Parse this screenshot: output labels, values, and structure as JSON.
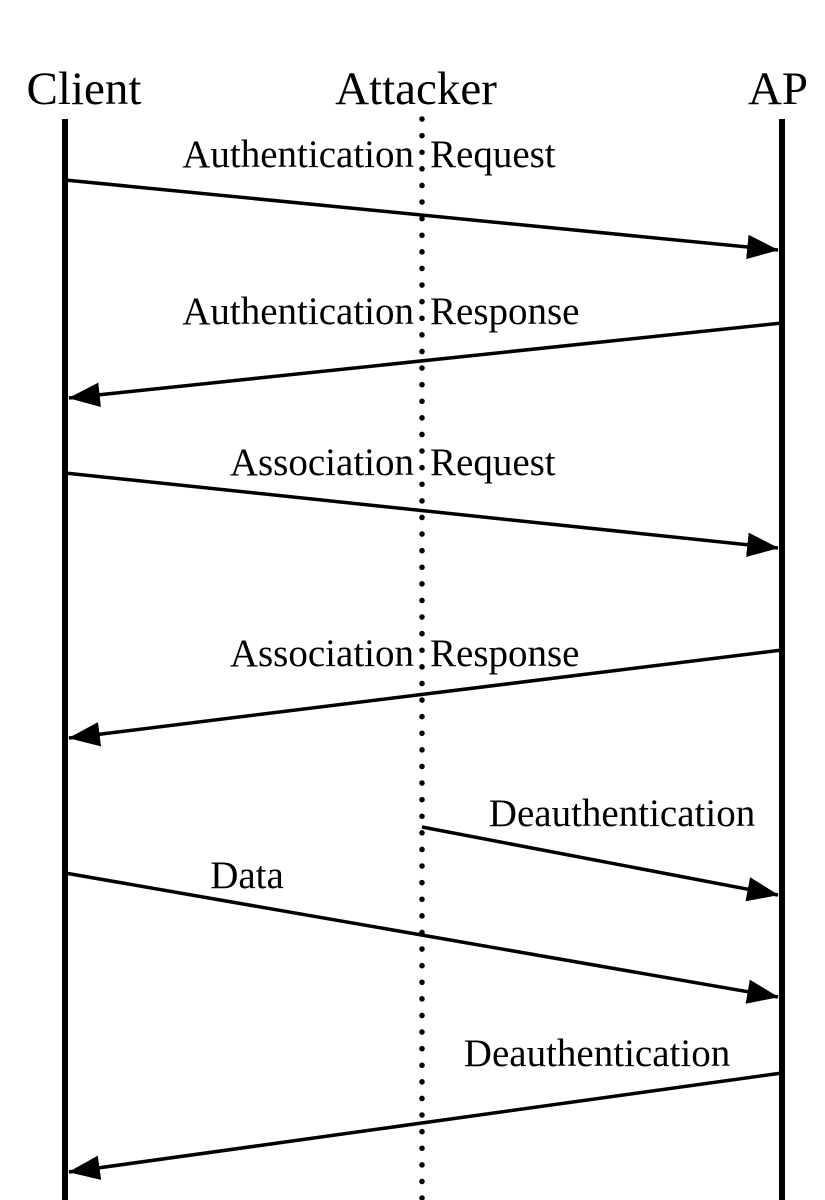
{
  "diagram": {
    "type": "sequence-diagram",
    "background_color": "#ffffff",
    "stroke_color": "#000000",
    "actors": [
      {
        "id": "client",
        "name": "Client",
        "lifeline_style": "solid"
      },
      {
        "id": "attacker",
        "name": "Attacker",
        "lifeline_style": "dotted"
      },
      {
        "id": "ap",
        "name": "AP",
        "lifeline_style": "solid"
      }
    ],
    "messages": [
      {
        "label": "Authentication Request",
        "label_parts": [
          "Authentication",
          "Request"
        ],
        "from": "client",
        "to": "ap"
      },
      {
        "label": "Authentication Response",
        "label_parts": [
          "Authentication",
          "Response"
        ],
        "from": "ap",
        "to": "client"
      },
      {
        "label": "Association Request",
        "label_parts": [
          "Association",
          "Request"
        ],
        "from": "client",
        "to": "ap"
      },
      {
        "label": "Association Response",
        "label_parts": [
          "Association",
          "Response"
        ],
        "from": "ap",
        "to": "client"
      },
      {
        "label": "Deauthentication",
        "label_parts": [
          "Deauthentication"
        ],
        "from": "attacker",
        "to": "ap"
      },
      {
        "label": "Data",
        "label_parts": [
          "Data"
        ],
        "from": "client",
        "to": "ap"
      },
      {
        "label": "Deauthentication",
        "label_parts": [
          "Deauthentication"
        ],
        "from": "ap",
        "to": "client"
      }
    ]
  }
}
